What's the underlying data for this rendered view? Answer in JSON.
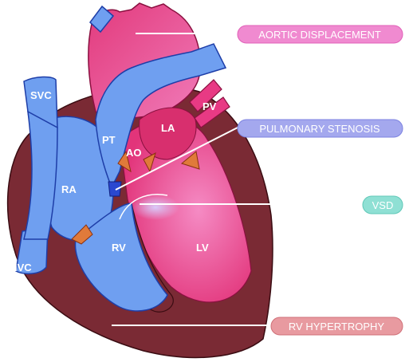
{
  "labels": {
    "svc": "SVC",
    "ivc": "IVC",
    "ra": "RA",
    "rv": "RV",
    "lv": "LV",
    "la": "LA",
    "pt": "PT",
    "ao": "AO",
    "pv": "PV"
  },
  "callouts": {
    "aortic": "AORTIC DISPLACEMENT",
    "pulmonary": "PULMONARY STENOSIS",
    "vsd": "VSD",
    "rvh": "RV HYPERTROPHY"
  },
  "colors": {
    "aortic_pill": "#f08ad0",
    "pulmonary_pill": "#a4a8ee",
    "vsd_pill": "#8fe0d4",
    "rvh_pill": "#e89aa0",
    "blue": "#6f9ff0",
    "pink": "#e83a84",
    "muscle": "#7a2a34"
  }
}
